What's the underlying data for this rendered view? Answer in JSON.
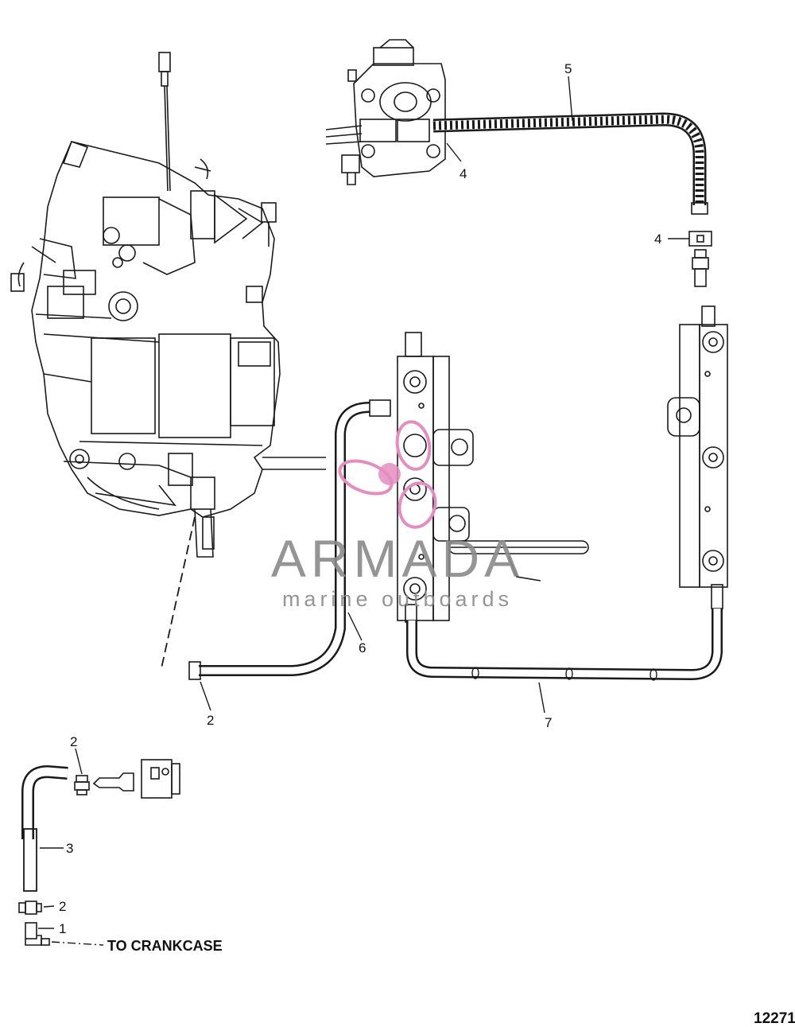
{
  "callouts": {
    "c1": "1",
    "c2_top": "2",
    "c2_mid": "2",
    "c2_low": "2",
    "c3": "3",
    "c4_top": "4",
    "c4_side": "4",
    "c5": "5",
    "c6": "6",
    "c7": "7"
  },
  "caption": "TO CRANKCASE",
  "drawing_number": "12271",
  "watermark": {
    "title": "ARMADA",
    "subtitle": "marine outboards",
    "colors": {
      "pink": "#e58cc0",
      "gray": "#8a8a8a"
    }
  },
  "colors": {
    "line": "#1a1a1a"
  }
}
